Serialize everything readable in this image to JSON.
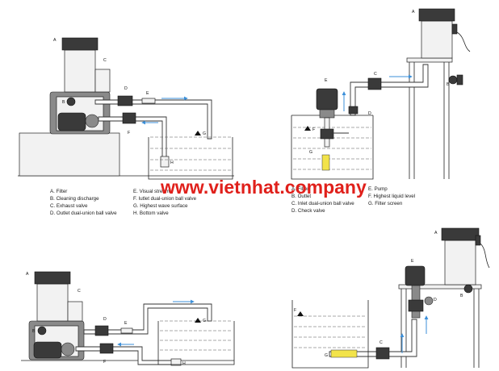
{
  "watermark": "www.vietnhat.company",
  "diagram1": {
    "callouts": [
      "A",
      "B",
      "C",
      "D",
      "E",
      "F",
      "G",
      "H"
    ],
    "legend": [
      "A. Filter",
      "B. Cleaning discharge",
      "C. Exhaust valve",
      "D. Outlet dual-union ball valve",
      "E. Visual stream",
      "F. Iutlet dual-union ball valve",
      "G. Highest wave surface",
      "H. Bottom valve"
    ]
  },
  "diagram2": {
    "callouts": [
      "A",
      "B",
      "C",
      "D",
      "E",
      "F",
      "G"
    ],
    "legend": [
      "A. Filter",
      "B. Outlet",
      "C. Inlet dual-union ball valve",
      "D. Check valve",
      "E. Pump",
      "F. Highest liquid level",
      "G. Filter screen"
    ]
  },
  "diagram3": {
    "callouts": [
      "A",
      "B",
      "C",
      "D",
      "E",
      "F",
      "G",
      "H"
    ]
  },
  "diagram4": {
    "callouts": [
      "A",
      "B",
      "C",
      "D",
      "E",
      "F",
      "G"
    ]
  },
  "colors": {
    "watermark": "#e0201b",
    "flow_arrow": "#3b8fd9",
    "filter_screen": "#f2e34a"
  }
}
